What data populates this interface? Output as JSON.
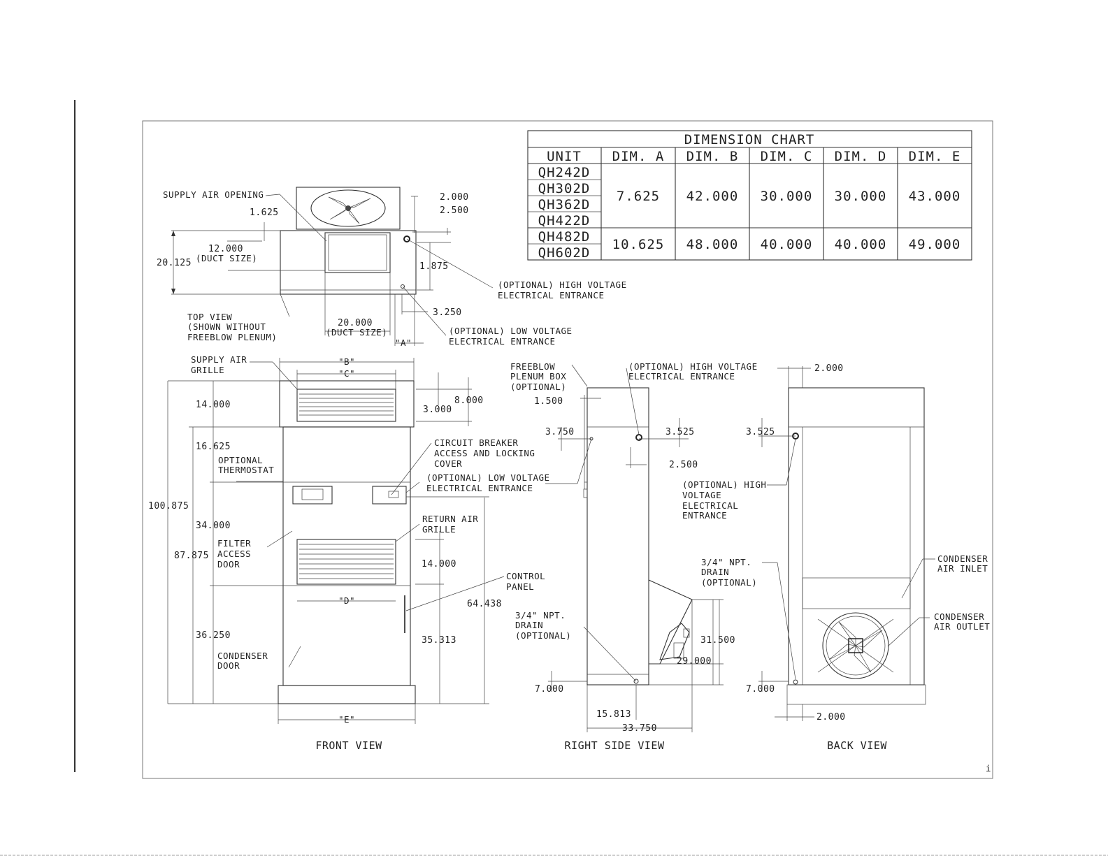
{
  "chart_table": {
    "title": "DIMENSION CHART",
    "headers": [
      "UNIT",
      "DIM. A",
      "DIM. B",
      "DIM. C",
      "DIM. D",
      "DIM. E"
    ],
    "units": [
      "QH242D",
      "QH302D",
      "QH362D",
      "QH422D",
      "QH482D",
      "QH602D"
    ],
    "group1": {
      "a": "7.625",
      "b": "42.000",
      "c": "30.000",
      "d": "30.000",
      "e": "43.000"
    },
    "group2": {
      "a": "10.625",
      "b": "48.000",
      "c": "40.000",
      "d": "40.000",
      "e": "49.000"
    }
  },
  "top_view": {
    "supply_air_opening": "SUPPLY AIR OPENING",
    "d1625": "1.625",
    "d12": "12.000",
    "duct_size": "(DUCT SIZE)",
    "d20125": "20.125",
    "d2000": "2.000",
    "d2500": "2.500",
    "d1875": "1.875",
    "d3250": "3.250",
    "d20000": "20.000",
    "duct_size2": "(DUCT SIZE)",
    "a_ref": "\"A\"",
    "hv1": "(OPTIONAL) HIGH VOLTAGE",
    "hv2": "ELECTRICAL ENTRANCE",
    "lv1": "(OPTIONAL) LOW VOLTAGE",
    "lv2": "ELECTRICAL ENTRANCE",
    "tv1": "TOP VIEW",
    "tv2": "(SHOWN WITHOUT",
    "tv3": "FREEBLOW PLENUM)"
  },
  "front_view": {
    "sag1": "SUPPLY AIR",
    "sag2": "GRILLE",
    "b_ref": "\"B\"",
    "c_ref": "\"C\"",
    "d_ref": "\"D\"",
    "e_ref": "\"E\"",
    "d8000": "8.000",
    "d3000": "3.000",
    "d14000": "14.000",
    "d16625": "16.625",
    "d100875": "100.875",
    "d34000": "34.000",
    "d87875": "87.875",
    "d36250": "36.250",
    "d14000b": "14.000",
    "d64438": "64.438",
    "d35313": "35.313",
    "ot1": "OPTIONAL",
    "ot2": "THERMOSTAT",
    "cb1": "CIRCUIT BREAKER",
    "cb2": "ACCESS AND LOCKING",
    "cb3": "COVER",
    "lv1": "(OPTIONAL) LOW VOLTAGE",
    "lv2": "ELECTRICAL ENTRANCE",
    "rag1": "RETURN AIR",
    "rag2": "GRILLE",
    "fa1": "FILTER",
    "fa2": "ACCESS",
    "fa3": "DOOR",
    "cp1": "CONTROL",
    "cp2": "PANEL",
    "cd1": "CONDENSER",
    "cd2": "DOOR",
    "title": "FRONT VIEW"
  },
  "side_view": {
    "fp1": "FREEBLOW",
    "fp2": "PLENUM BOX",
    "fp3": "(OPTIONAL)",
    "hv1": "(OPTIONAL) HIGH VOLTAGE",
    "hv2": "ELECTRICAL ENTRANCE",
    "d1500": "1.500",
    "d3750": "3.750",
    "d3525": "3.525",
    "d2500": "2.500",
    "dr1": "3/4\" NPT.",
    "dr2": "DRAIN",
    "dr3": "(OPTIONAL)",
    "d7000": "7.000",
    "d15813": "15.813",
    "d33750": "33.750",
    "d31500": "31.500",
    "d29000": "29.000",
    "title": "RIGHT SIDE VIEW"
  },
  "back_view": {
    "d2000t": "2.000",
    "d3525": "3.525",
    "hv1": "(OPTIONAL) HIGH",
    "hv2": "VOLTAGE",
    "hv3": "ELECTRICAL",
    "hv4": "ENTRANCE",
    "dr1": "3/4\" NPT.",
    "dr2": "DRAIN",
    "dr3": "(OPTIONAL)",
    "ci1": "CONDENSER",
    "ci2": "AIR INLET",
    "co1": "CONDENSER",
    "co2": "AIR OUTLET",
    "d7000": "7.000",
    "d2000b": "2.000",
    "title": "BACK VIEW"
  },
  "page_mark": "i"
}
